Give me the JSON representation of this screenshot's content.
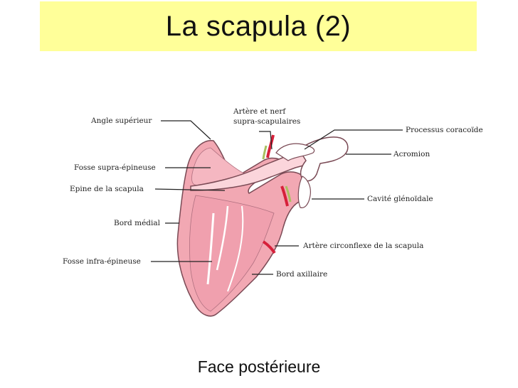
{
  "title": "La scapula (2)",
  "caption": "Face postérieure",
  "colors": {
    "title_background": "#ffff99",
    "bone_fill": "#f2a8b3",
    "bone_outline": "#7a4a55",
    "artery": "#d6203a",
    "nerve": "#a8c060"
  },
  "labels": {
    "angle_superieur": "Angle supérieur",
    "artere_nerf_line1": "Artère et nerf",
    "artere_nerf_line2": "supra-scapulaires",
    "processus_coracoide": "Processus coracoïde",
    "acromion": "Acromion",
    "fosse_supra_epineuse": "Fosse supra-épineuse",
    "epine_scapula": "Epine de la scapula",
    "cavite_glenoidale": "Cavité glénoïdale",
    "bord_medial": "Bord médial",
    "artere_circonflexe": "Artère circonflexe de la scapula",
    "fosse_infra_epineuse": "Fosse infra-épineuse",
    "bord_axillaire": "Bord axillaire"
  }
}
